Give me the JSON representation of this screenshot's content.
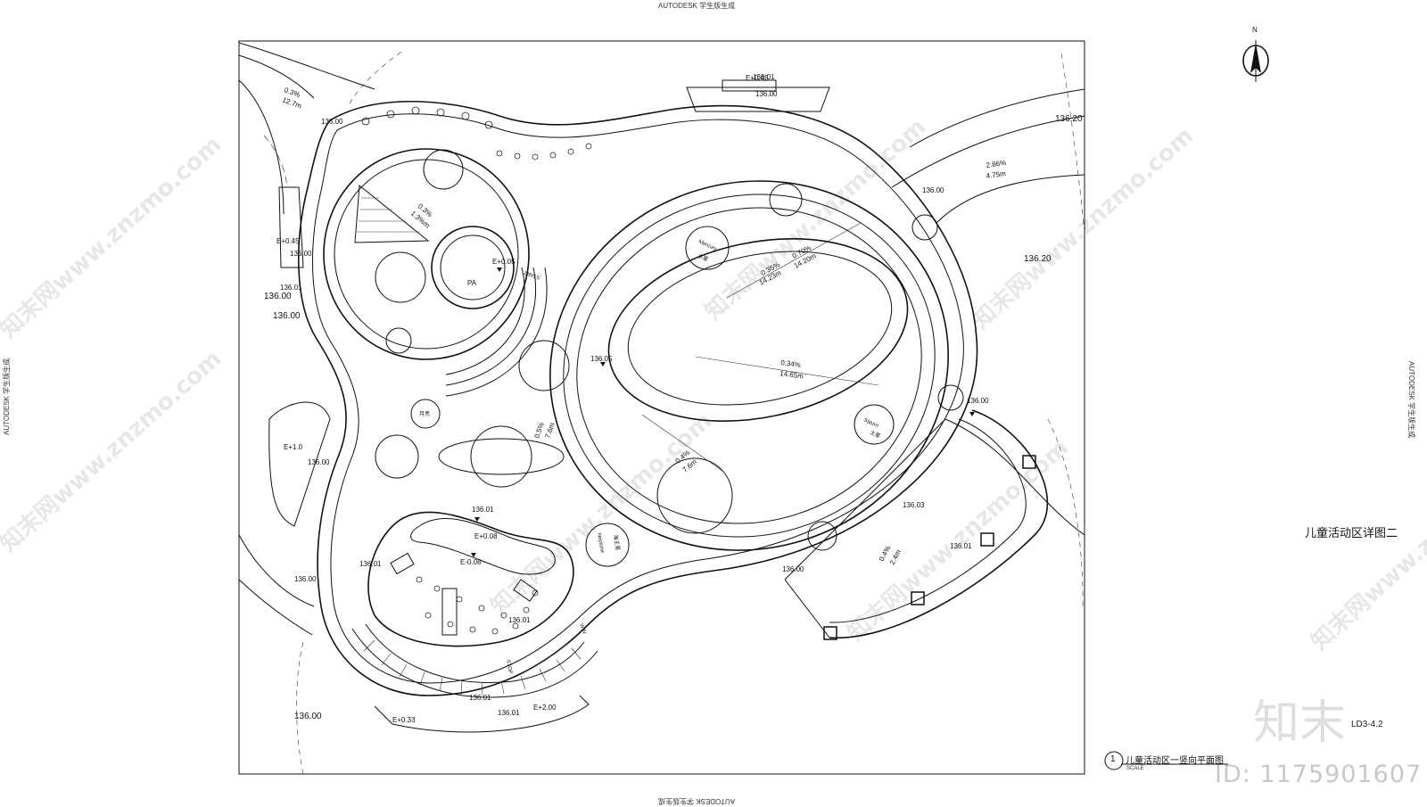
{
  "stamps": {
    "top": "AUTODESK 学生版生成",
    "bottom": "AUTODESK 学生版生成",
    "left": "AUTODESK 学生版生成",
    "right": "AUTODESK 学生版生成"
  },
  "drawing": {
    "right_title": "儿童活动区详图二",
    "sheet_no": "LD3-4.2",
    "caption_number": "1",
    "caption_title": "儿童活动区一竖向平面图",
    "caption_scale": "SCALE",
    "north_label": "N"
  },
  "levels": {
    "a": "136.00",
    "b": "136.01",
    "c": "136.20",
    "d": "136.20",
    "e": "136.00",
    "f": "136.00",
    "g": "136.00",
    "h": "136.00",
    "i": "136.00",
    "j": "136.01",
    "k": "136.00",
    "l": "136.01",
    "m": "136.05",
    "n": "136.00",
    "o": "136.00",
    "p": "136.03",
    "q": "136.01",
    "r": "136.01",
    "s": "136.01",
    "t": "136.01",
    "u": "136.00",
    "v": "136.01",
    "w": "136.01",
    "x": "136.01",
    "y": "136.00"
  },
  "elevations": {
    "e1": "E+0.45",
    "e2": "E+0.45",
    "e3": "E+0.05",
    "e4": "E+1.0",
    "e5": "E+0.08",
    "e6": "E-0.08",
    "e7": "E+2.00",
    "e8": "E+0.33"
  },
  "slopes": {
    "s1": "0.3%",
    "s1d": "12.7m",
    "s2": "0.3%",
    "s2d": "1.3%m",
    "s3": "2.86%",
    "s3d": "4.75m",
    "s4": "0.35%",
    "s4d": "14.23m",
    "s5": "0.70%",
    "s5d": "14.20m",
    "s6": "0.34%",
    "s6d": "14.65m",
    "s7": "0.5%",
    "s7d": "7.6m",
    "s8": "0.4%",
    "s8d": "7.6m",
    "s9": "0.4%",
    "s9d": "2.4m"
  },
  "tags": {
    "start": "START",
    "stop": "STOP",
    "win": "WIN",
    "pa": "PA",
    "mercury": "Mercury",
    "mercury_cn": "水星",
    "saturn": "Saturn",
    "saturn_cn": "土星",
    "neptune": "Neptune",
    "neptune_cn": "海王星",
    "moon": "月亮"
  },
  "watermark": {
    "site": "知末网www.znzmo.com",
    "logo": "知末",
    "id": "ID: 1175901607"
  }
}
